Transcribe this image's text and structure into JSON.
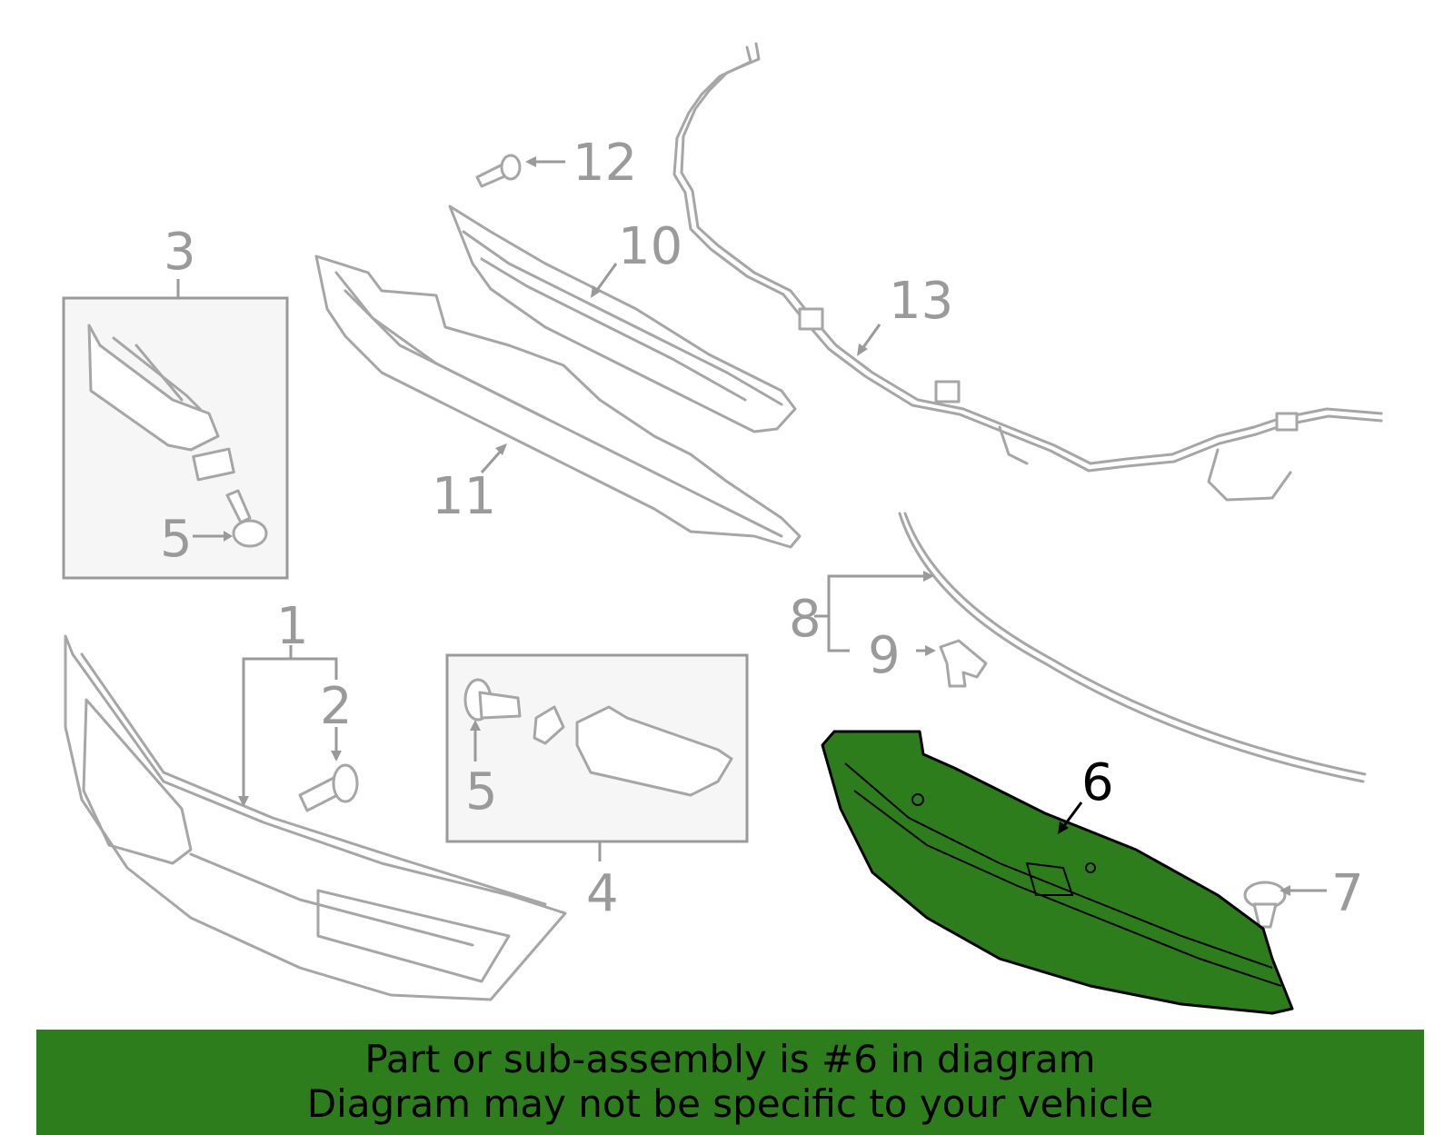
{
  "callouts": {
    "c1": "1",
    "c2": "2",
    "c3": "3",
    "c4": "4",
    "c5a": "5",
    "c5b": "5",
    "c6": "6",
    "c7": "7",
    "c8": "8",
    "c9": "9",
    "c10": "10",
    "c11": "11",
    "c12": "12",
    "c13": "13"
  },
  "highlight": {
    "part": "6",
    "color": "#2e7d1c"
  },
  "banner": {
    "line1": "Part or sub-assembly is #6 in diagram",
    "line2": "Diagram may not be specific to your vehicle",
    "color": "#2e7d1c"
  }
}
